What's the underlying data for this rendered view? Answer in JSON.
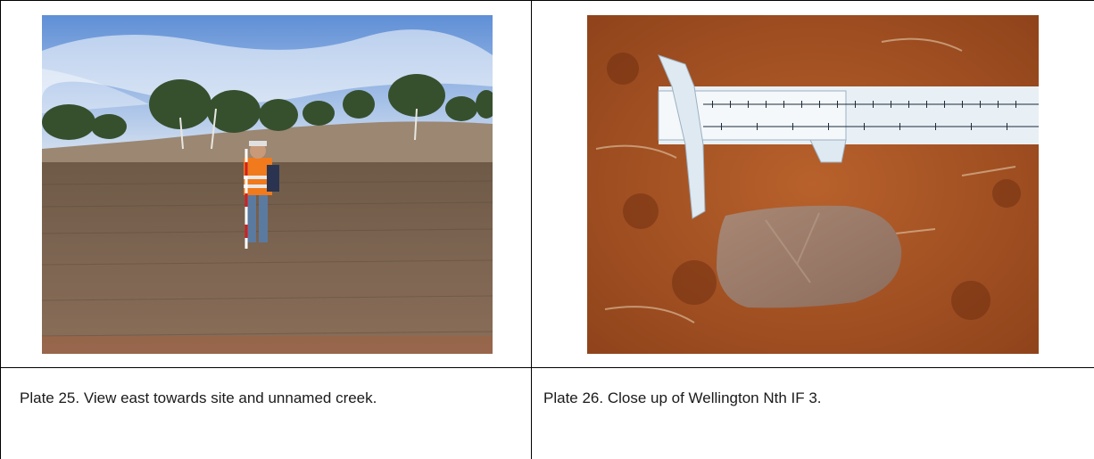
{
  "plates": [
    {
      "photo_subject": "field-view",
      "caption": "Plate 25. View east towards site and unnamed creek."
    },
    {
      "photo_subject": "artefact-closeup",
      "caption": "Plate 26. Close up of Wellington Nth IF 3."
    }
  ]
}
